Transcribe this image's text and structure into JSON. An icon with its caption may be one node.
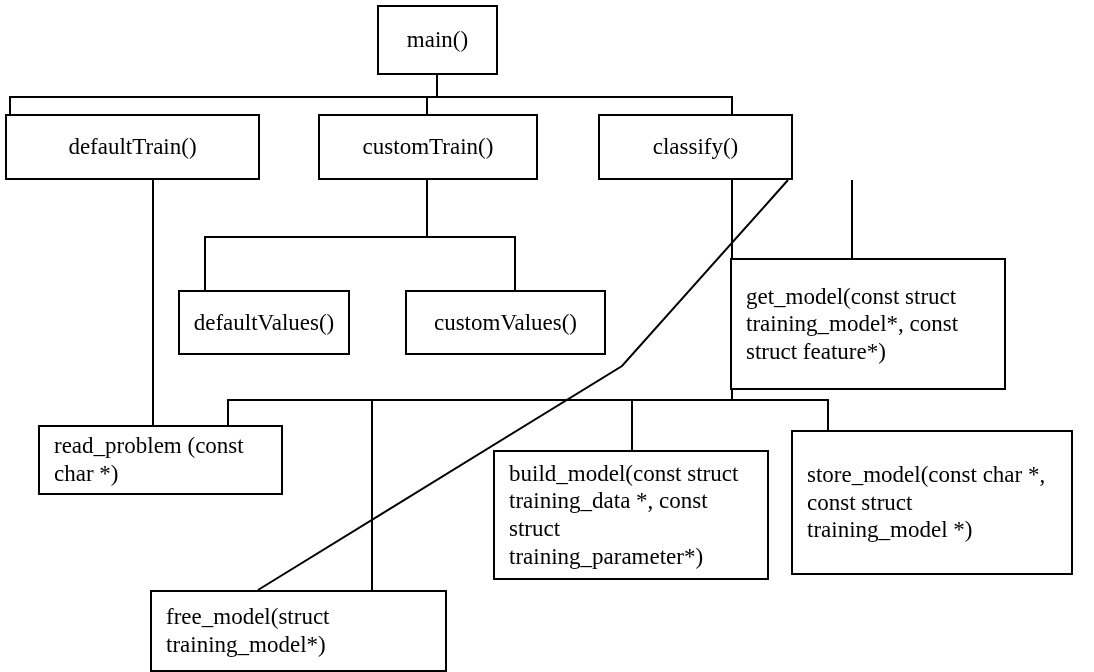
{
  "diagram": {
    "nodes": [
      {
        "text": [
          "main()"
        ]
      },
      {
        "text": [
          "defaultTrain()"
        ]
      },
      {
        "text": [
          "customTrain()"
        ]
      },
      {
        "text": [
          "classify()"
        ]
      },
      {
        "text": [
          "defaultValues()"
        ]
      },
      {
        "text": [
          "customValues()"
        ]
      },
      {
        "text": [
          "get_model(const struct training_model*, const struct feature*)"
        ]
      },
      {
        "text": [
          "read_problem (const char *)"
        ]
      },
      {
        "text": [
          "build_model(const struct training_data *, const struct training_parameter*)"
        ]
      },
      {
        "text": [
          "store_model(const char *, const struct training_model *)"
        ]
      },
      {
        "text": [
          "free_model(struct training_model*)"
        ]
      }
    ],
    "edges": [
      {
        "from": 0,
        "to": 1,
        "arrow": "none"
      },
      {
        "from": 0,
        "to": 2,
        "arrow": "none"
      },
      {
        "from": 0,
        "to": 3,
        "arrow": "none"
      },
      {
        "from": 1,
        "to": 7,
        "arrow": "none"
      },
      {
        "from": 2,
        "to": 4,
        "arrow": "none"
      },
      {
        "from": 2,
        "to": 5,
        "arrow": "none"
      },
      {
        "from": 3,
        "to": 6,
        "arrow": "none"
      },
      {
        "from": 3,
        "to": 7,
        "arrow": "none"
      },
      {
        "from": 3,
        "to": 10,
        "arrow": "none"
      },
      {
        "from": 3,
        "to": 8,
        "arrow": "none"
      },
      {
        "from": 3,
        "to": 9,
        "arrow": "none"
      },
      {
        "from": 3,
        "to": 10,
        "arrow": "none"
      }
    ]
  }
}
